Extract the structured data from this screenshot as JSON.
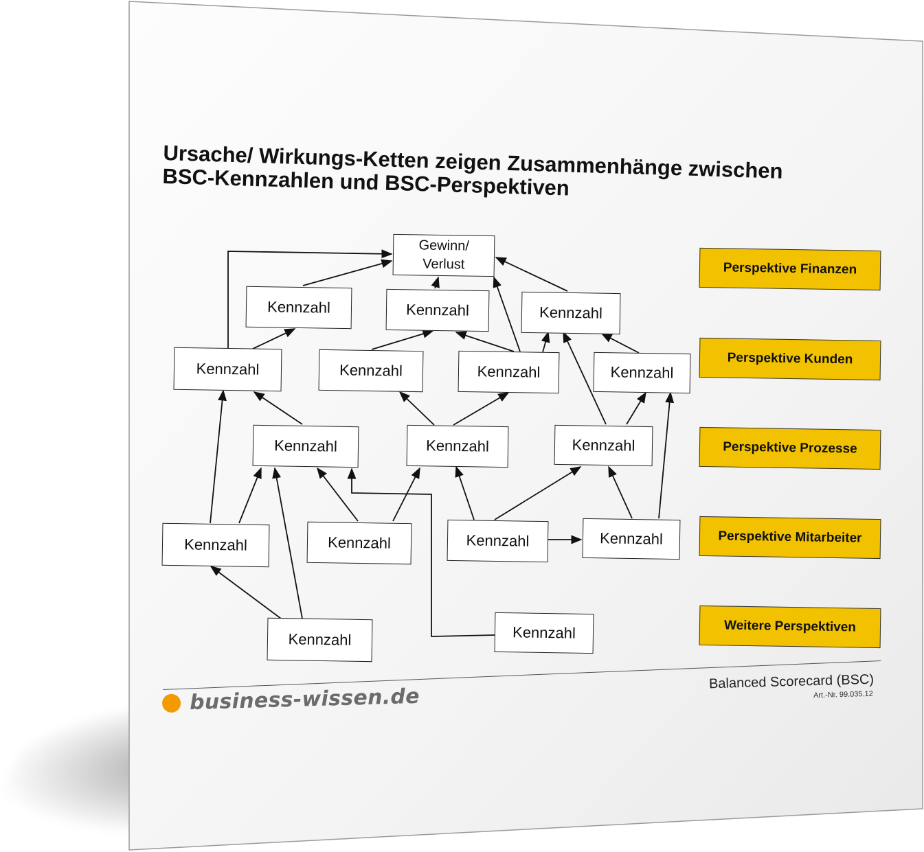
{
  "document": {
    "title_lines": [
      "Ursache/ Wirkungs-Ketten zeigen Zusammenhänge zwischen",
      "BSC-Kennzahlen und BSC-Perspektiven"
    ]
  },
  "diagram": {
    "root": {
      "line1": "Gewinn/",
      "line2": "Verlust"
    },
    "node_label": "Kennzahl",
    "perspectives": [
      "Perspektive Finanzen",
      "Perspektive Kunden",
      "Perspektive Prozesse",
      "Perspektive Mitarbeiter",
      "Weitere Perspektiven"
    ]
  },
  "footer": {
    "brand": "business-wissen.de",
    "product": "Balanced Scorecard (BSC)",
    "article_number": "Art.-Nr. 99.035.12"
  },
  "colors": {
    "perspective_fill": "#f2c200",
    "logo_dot": "#f39a00",
    "logo_text": "#6b6b6b",
    "line": "#111111"
  }
}
